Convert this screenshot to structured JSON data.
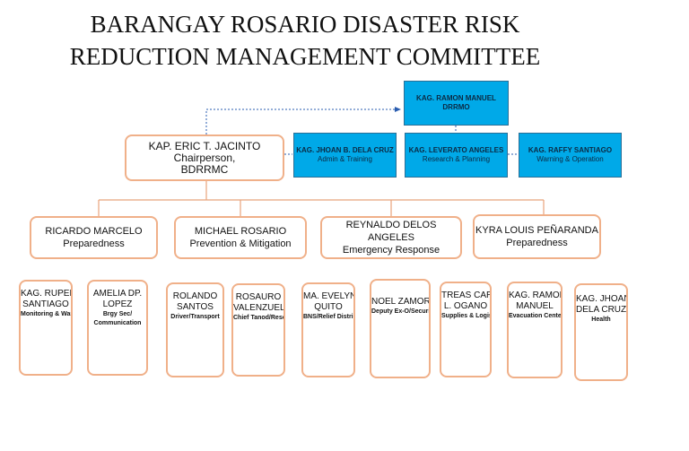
{
  "title": {
    "line1": "BARANGAY ROSARIO DISASTER RISK",
    "line2": "REDUCTION MANAGEMENT COMMITTEE"
  },
  "drrmo": {
    "name": "KAG. RAMON MANUEL",
    "role": "DRRMO"
  },
  "chair": {
    "name": "KAP. ERIC T. JACINTO",
    "role1": "Chairperson,",
    "role2": "BDRRMC"
  },
  "staff": [
    {
      "name": "KAG. JHOAN B. DELA CRUZ",
      "role": "Admin & Training"
    },
    {
      "name": "KAG. LEVERATO ANGELES",
      "role": "Research & Planning"
    },
    {
      "name": "KAG. RAFFY SANTIAGO",
      "role": "Warning & Operation"
    }
  ],
  "heads": [
    {
      "name": "RICARDO MARCELO",
      "role": "Preparedness"
    },
    {
      "name": "MICHAEL ROSARIO",
      "role": "Prevention & Mitigation"
    },
    {
      "name": "REYNALDO DELOS ANGELES",
      "role": "Emergency Response"
    },
    {
      "name": "KYRA LOUIS PEÑARANDA",
      "role": "Preparedness"
    }
  ],
  "members": [
    {
      "line1": "KAG. RUPERT",
      "line2": "SANTIAGO",
      "role": "Monitoring & Warning"
    },
    {
      "line1": "AMELIA DP.",
      "line2": "LOPEZ",
      "role": "Brgy Sec/",
      "role2": "Communication"
    },
    {
      "line1": "ROLANDO",
      "line2": "SANTOS",
      "role": "Driver/Transport"
    },
    {
      "line1": "ROSAURO",
      "line2": "VALENZUELA",
      "role": "Chief Tanod/Rescue"
    },
    {
      "line1": "MA. EVELYN",
      "line2": "QUITO",
      "role": "BNS/Relief Distribution"
    },
    {
      "line1": "NOEL ZAMORA",
      "line2": "",
      "role": "Deputy Ex-O/Security"
    },
    {
      "line1": "TREAS CARMEN",
      "line2": "L. OGANO",
      "role": "Supplies & Logistics"
    },
    {
      "line1": "KAG. RAMON",
      "line2": "MANUEL",
      "role": "Evacuation Center"
    },
    {
      "line1": "KAG. JHOAN B.",
      "line2": "DELA CRUZ",
      "role": "Health"
    }
  ],
  "colors": {
    "blue_box": "#00a9e8",
    "box_border": "#f0b089",
    "connector_blue": "#2a5db0",
    "connector_orange": "#e8a47c"
  }
}
